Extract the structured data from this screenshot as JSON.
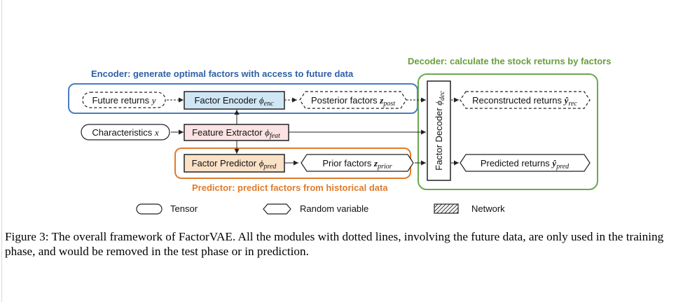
{
  "sections": {
    "encoder": "Encoder: generate optimal factors with access to future data",
    "decoder": "Decoder: calculate the stock returns by factors",
    "predictor": "Predictor: predict factors from historical data"
  },
  "colors": {
    "encoder": "#4a7dbf",
    "decoder": "#6aa84f",
    "predictor": "#e07b2b",
    "encoder_text": "#2e5fa8",
    "decoder_text": "#6a9e3c",
    "predictor_text": "#e07b2b",
    "encoder_fill": "#cfe6f5",
    "extractor_fill": "#fbe3e3",
    "predictor_fill": "#fbe1c6"
  },
  "nodes": {
    "future_returns": {
      "text": "Future returns ",
      "var": "y",
      "sub": ""
    },
    "characteristics": {
      "text": "Characteristics ",
      "var": "x",
      "sub": ""
    },
    "factor_encoder": {
      "text": "Factor Encoder ",
      "var": "ϕ",
      "sub": "enc"
    },
    "feature_extractor": {
      "text": "Feature Extractor ",
      "var": "ϕ",
      "sub": "feat"
    },
    "factor_predictor": {
      "text": "Factor Predictor ",
      "var": "ϕ",
      "sub": "pred"
    },
    "posterior_factors": {
      "text": "Posterior factors ",
      "var": "z",
      "sub": "post"
    },
    "prior_factors": {
      "text": "Prior factors ",
      "var": "z",
      "sub": "prior"
    },
    "factor_decoder": {
      "text": "Factor Decoder ",
      "var": "ϕ",
      "sub": "dec"
    },
    "reconstructed_returns": {
      "text": "Reconstructed returns ",
      "var": "ŷ",
      "sub": "rec"
    },
    "predicted_returns": {
      "text": "Predicted returns ",
      "var": "ŷ",
      "sub": "pred"
    }
  },
  "legend": {
    "tensor": "Tensor",
    "random_variable": "Random variable",
    "network": "Network"
  },
  "caption": {
    "label": "Figure 3:",
    "text": " The overall framework of FactorVAE. All the modules with dotted lines, involving the future data, are only used in the training phase, and would be removed in the test phase or in prediction."
  }
}
